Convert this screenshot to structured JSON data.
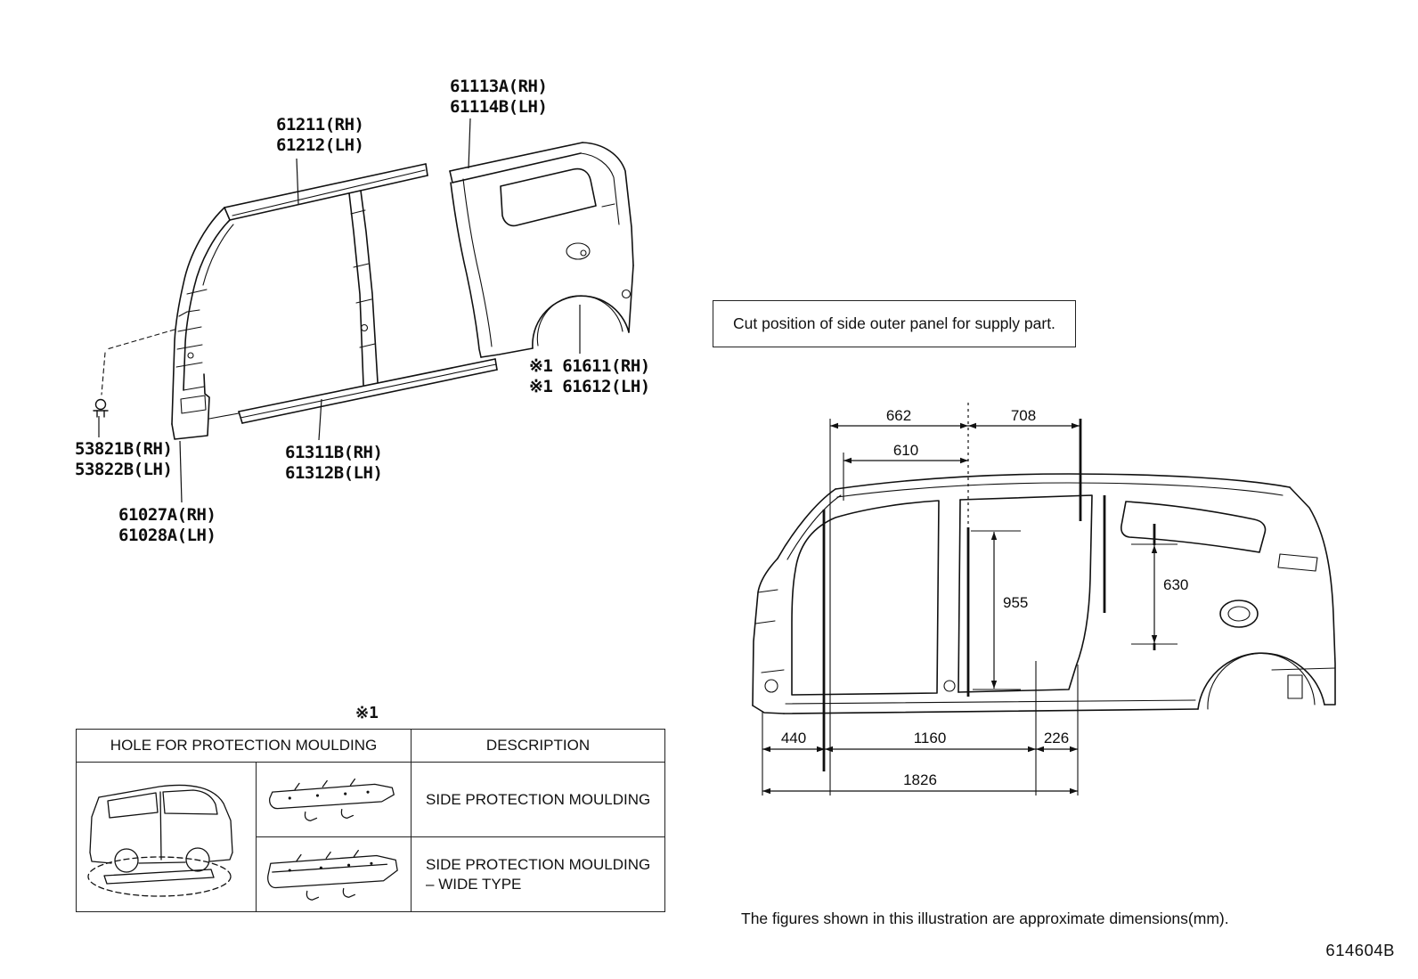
{
  "title_code": "614604B",
  "notes": {
    "cut_position": "Cut position of side outer panel for supply part.",
    "approx": "The figures shown in this illustration are approximate dimensions(mm).",
    "ref_mark": "※1"
  },
  "part_labels": {
    "roof_side_rail": {
      "line1": "61211(RH)",
      "line2": "61212(LH)"
    },
    "quarter_panel_upper": {
      "line1": "61113A(RH)",
      "line2": "61114B(LH)"
    },
    "quarter_wheel_arch": {
      "line1": "※1 61611(RH)",
      "line2": "※1 61612(LH)"
    },
    "clip": {
      "line1": "53821B(RH)",
      "line2": "53822B(LH)"
    },
    "front_pillar_lower": {
      "line1": "61027A(RH)",
      "line2": "61028A(LH)"
    },
    "rocker_panel": {
      "line1": "61311B(RH)",
      "line2": "61312B(LH)"
    }
  },
  "dimensions": {
    "top_left": "662",
    "top_right": "708",
    "upper_inner": "610",
    "center_height": "955",
    "rear_height": "630",
    "bottom_front": "440",
    "bottom_center": "1160",
    "bottom_rear": "226",
    "bottom_total": "1826"
  },
  "table": {
    "header_hole": "HOLE FOR PROTECTION MOULDING",
    "header_desc": "DESCRIPTION",
    "rows": [
      {
        "description": "SIDE PROTECTION MOULDING"
      },
      {
        "description": "SIDE PROTECTION MOULDING\n– WIDE TYPE"
      }
    ]
  }
}
